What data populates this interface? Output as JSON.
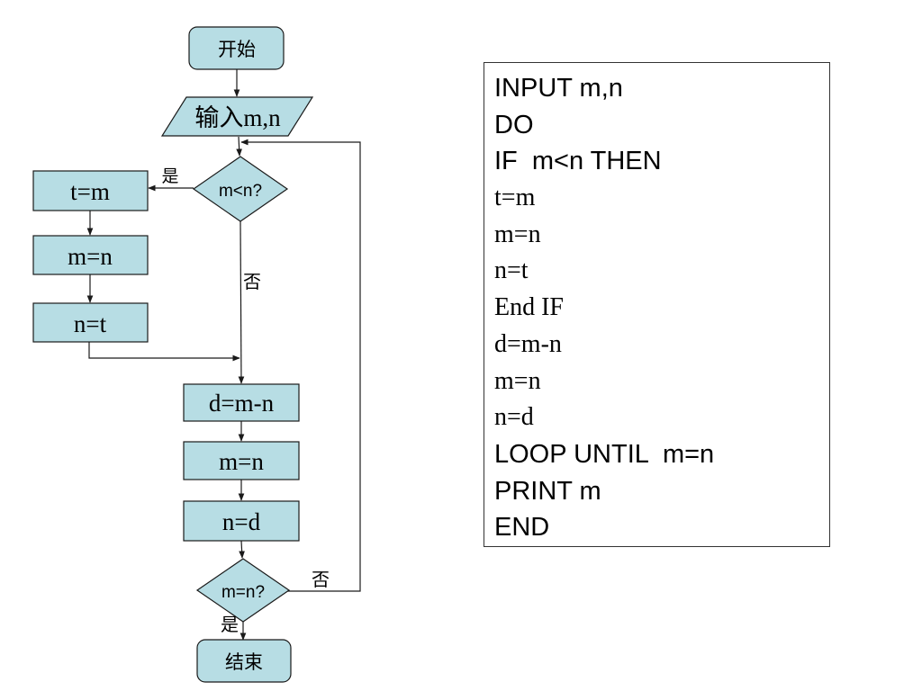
{
  "flowchart": {
    "start": "开始",
    "input": "输入m,n",
    "cond1": "m<n?",
    "yes1": "是",
    "no1": "否",
    "assign_t": "t=m",
    "assign_m1": "m=n",
    "assign_n1": "n=t",
    "calc_d": "d=m-n",
    "assign_m2": "m=n",
    "assign_n2": "n=d",
    "cond2": "m=n?",
    "no2": "否",
    "yes2": "是",
    "end": "结束"
  },
  "code": {
    "lines": [
      "INPUT m,n",
      "DO",
      "IF  m<n THEN",
      "t=m",
      "m=n",
      "n=t",
      "End IF",
      "d=m-n",
      "m=n",
      "n=d",
      "LOOP UNTIL  m=n",
      "PRINT m",
      "END"
    ]
  }
}
